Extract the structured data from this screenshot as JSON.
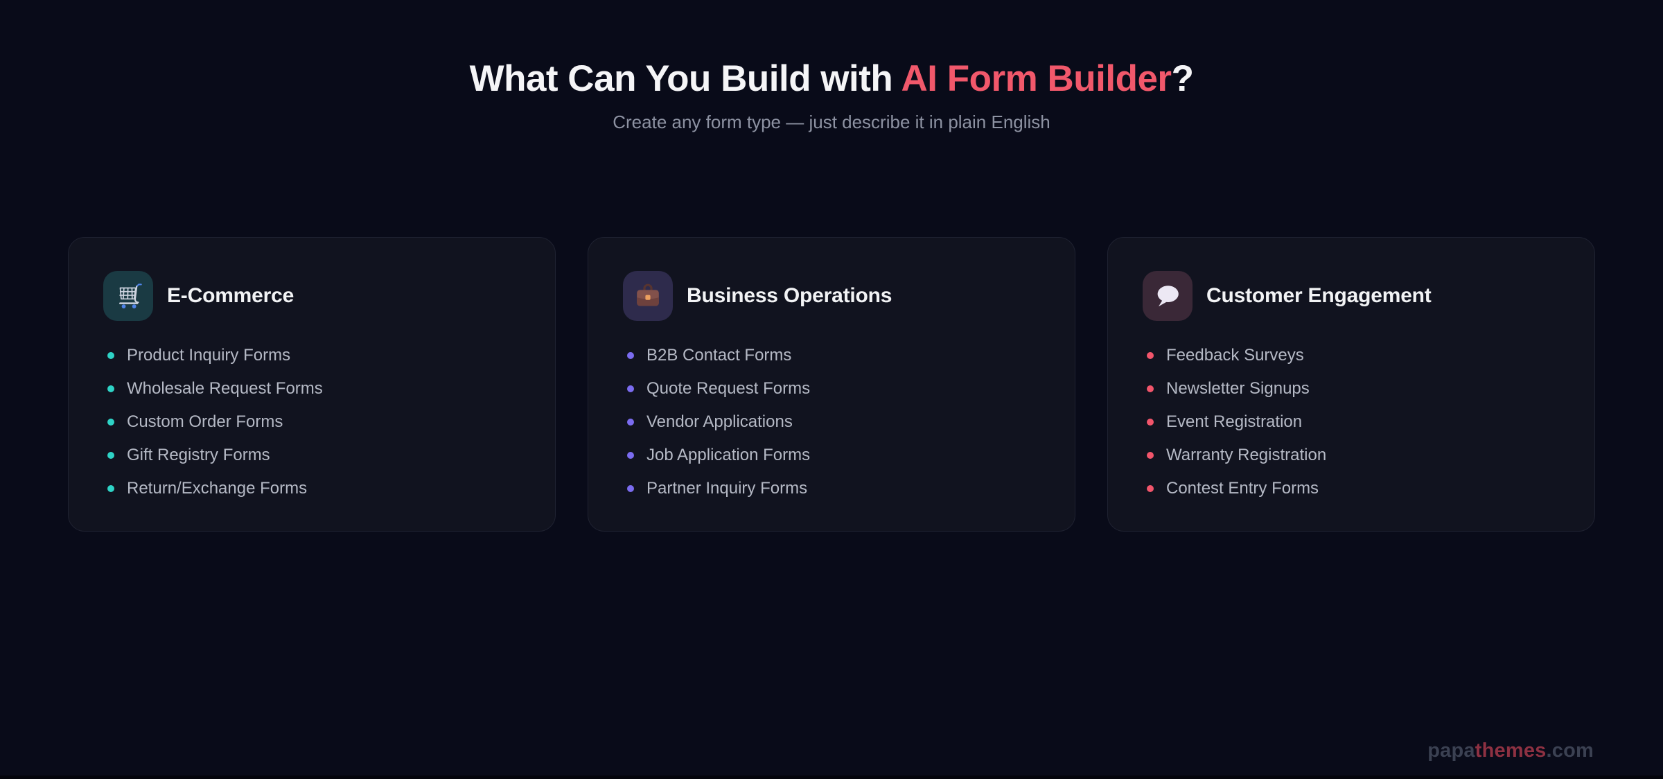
{
  "page": {
    "background_color": "#090b19",
    "accent_color": "#f1586b",
    "heading": {
      "prefix": "What Can You Build with ",
      "accent": "AI Form Builder",
      "suffix": "?"
    },
    "subtitle": "Create any form type — just describe it in plain English"
  },
  "cards": [
    {
      "title": "E-Commerce",
      "icon": "shopping-cart-icon",
      "badge_color": "#1a3a43",
      "bullet_color": "#2ed3c6",
      "items": [
        "Product Inquiry Forms",
        "Wholesale Request Forms",
        "Custom Order Forms",
        "Gift Registry Forms",
        "Return/Exchange Forms"
      ]
    },
    {
      "title": "Business Operations",
      "icon": "briefcase-icon",
      "badge_color": "#2e2b4c",
      "bullet_color": "#7b6cf0",
      "items": [
        "B2B Contact Forms",
        "Quote Request Forms",
        "Vendor Applications",
        "Job Application Forms",
        "Partner Inquiry Forms"
      ]
    },
    {
      "title": "Customer Engagement",
      "icon": "speech-balloon-icon",
      "badge_color": "#3a2837",
      "bullet_color": "#f2556b",
      "items": [
        "Feedback Surveys",
        "Newsletter Signups",
        "Event Registration",
        "Warranty Registration",
        "Contest Entry Forms"
      ]
    }
  ],
  "watermark": {
    "part1": "papa",
    "part2": "themes",
    "part3": ".com"
  }
}
